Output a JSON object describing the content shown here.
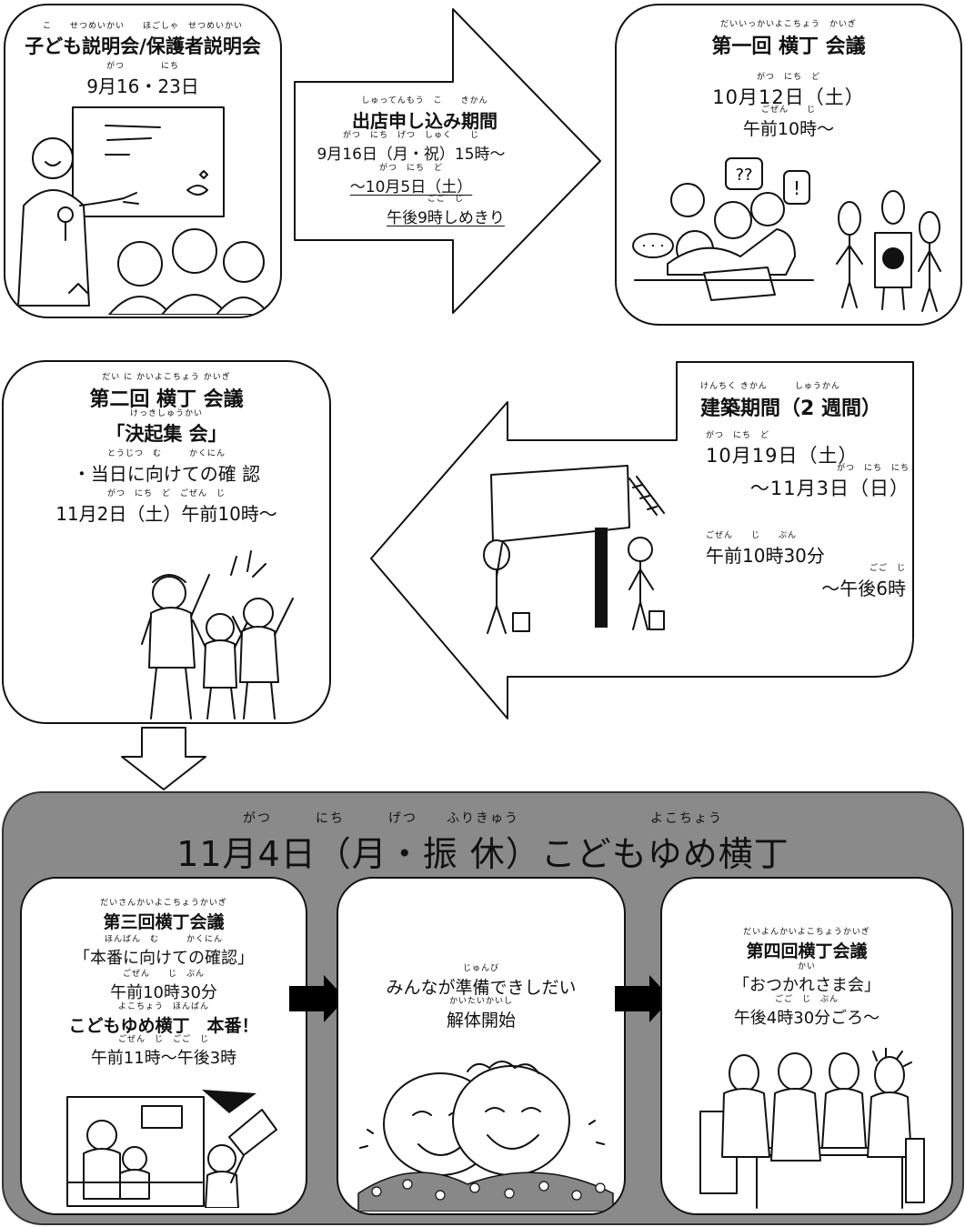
{
  "step1": {
    "ruby_title": "こ　　せつめいかい　　ほごしゃ　せつめいかい",
    "title": "子ども説明会/保護者説明会",
    "ruby_date": "がつ　　　　にち",
    "date": "9月16・23日"
  },
  "step2": {
    "ruby_title": "しゅってんもう　こ　　きかん",
    "title": "出店申し込み期間",
    "ruby_line1": "がつ　にち　げつ　しゅく　　じ",
    "line1": "9月16日（月・祝）15時～",
    "ruby_line2": "がつ　にち　ど",
    "line2": "～10月5日（土）",
    "ruby_line3": "ごご　じ",
    "line3": "午後9時しめきり"
  },
  "step3": {
    "ruby_title": "だいいっかいよこちょう　かいぎ",
    "title": "第一回 横丁 会議",
    "ruby_date": "がつ　にち　ど",
    "date": "10月12日（土）",
    "ruby_time": "ごぜん　　じ",
    "time": "午前10時～",
    "speech1": "??",
    "speech2": "!",
    "speech3": "・・・"
  },
  "step4": {
    "ruby_title": "けんちく きかん　　　しゅうかん",
    "title": "建築期間（2 週間）",
    "ruby_date1": "がつ　にち　ど",
    "date1": "10月19日（土）",
    "ruby_date2": "がつ　にち　にち",
    "date2": "～11月3日（日）",
    "ruby_time1": "ごぜん　　じ　　ぷん",
    "time1": "午前10時30分",
    "ruby_time2": "ごご　じ",
    "time2": "～午後6時"
  },
  "step5": {
    "ruby_title": "だい に かいよこちょう かいぎ",
    "title": "第二回 横丁 会議",
    "ruby_subtitle": "けっきしゅうかい",
    "subtitle": "「決起集 会」",
    "ruby_bullet": "とうじつ　む　　　かくにん",
    "bullet": "・当日に向けての確 認",
    "ruby_date": "がつ　にち　ど　ごぜん　じ",
    "date": "11月2日（土）午前10時～"
  },
  "event": {
    "ruby_title": "がつ　　　にち　　　げつ　　ふりきゅう　　　　　　　　　よこちょう",
    "title": "11月4日（月・振 休）こどもゆめ横丁",
    "card1": {
      "ruby_title": "だいさんかいよこちょうかいぎ",
      "title": "第三回横丁会議",
      "ruby_line1": "ほんばん　む　　　かくにん",
      "line1": "「本番に向けての確認」",
      "ruby_line2": "ごぜん　　じ　ぷん",
      "line2": "午前10時30分",
      "ruby_line3": "よこちょう　ほんばん",
      "line3": "こどもゆめ横丁　本番！",
      "ruby_line4": "ごぜん　じ　ごご　じ",
      "line4": "午前11時～午後3時"
    },
    "card2": {
      "ruby_line1": "じゅんび",
      "line1": "みんなが準備できしだい",
      "ruby_line2": "かいたいかいし",
      "line2": "解体開始"
    },
    "card3": {
      "ruby_title": "だいよんかいよこちょうかいぎ",
      "title": "第四回横丁会議",
      "ruby_line1": "かい",
      "line1": "「おつかれさま会」",
      "ruby_line2": "ごご　じ　ぷん",
      "line2": "午後4時30分ごろ～"
    }
  },
  "colors": {
    "event_background": "#8a8a8a",
    "line": "#111111",
    "card": "#ffffff"
  }
}
